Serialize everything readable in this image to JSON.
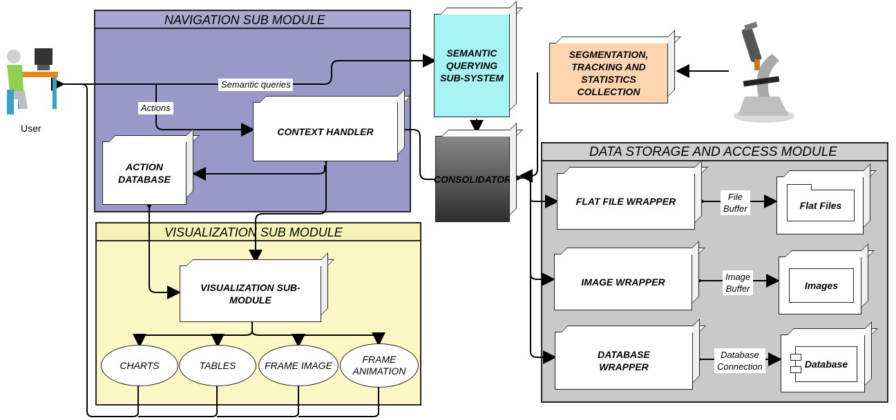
{
  "modules": {
    "navigation": "NAVIGATION SUB MODULE",
    "visualization": "VISUALIZATION SUB MODULE",
    "data_storage": "DATA STORAGE AND ACCESS MODULE"
  },
  "user_label": "User",
  "edge_labels": {
    "semantic_queries": "Semantic queries",
    "actions": "Actions",
    "file_buffer": "File\nBuffer",
    "image_buffer": "Image\nBuffer",
    "database_connection": "Database\nConnection"
  },
  "components": {
    "semantic_querying": "SEMANTIC\nQUERYING\nSUB-SYSTEM",
    "segmentation": "SEGMENTATION,\nTRACKING AND\nSTATISTICS\nCOLLECTION",
    "context_handler": "CONTEXT HANDLER",
    "action_database": "ACTION\nDATABASE",
    "consolidator": "CONSOLIDATOR",
    "visualization_submodule": "VISUALIZATION SUB-\nMODULE",
    "flat_file_wrapper": "FLAT FILE WRAPPER",
    "image_wrapper": "IMAGE WRAPPER",
    "database_wrapper": "DATABASE\nWRAPPER",
    "flat_files": "Flat Files",
    "images": "Images",
    "database": "Database"
  },
  "outputs": [
    "CHARTS",
    "TABLES",
    "FRAME IMAGE",
    "FRAME\nANIMATION"
  ],
  "colors": {
    "navigation_bg": "#9a98c9",
    "visualization_bg": "#fbf8c6",
    "data_storage_bg": "#c9c9c9",
    "semantic_querying_bg": "#a6f3f3",
    "segmentation_bg": "#fcd5b0",
    "consolidator_bg": "#555555"
  }
}
